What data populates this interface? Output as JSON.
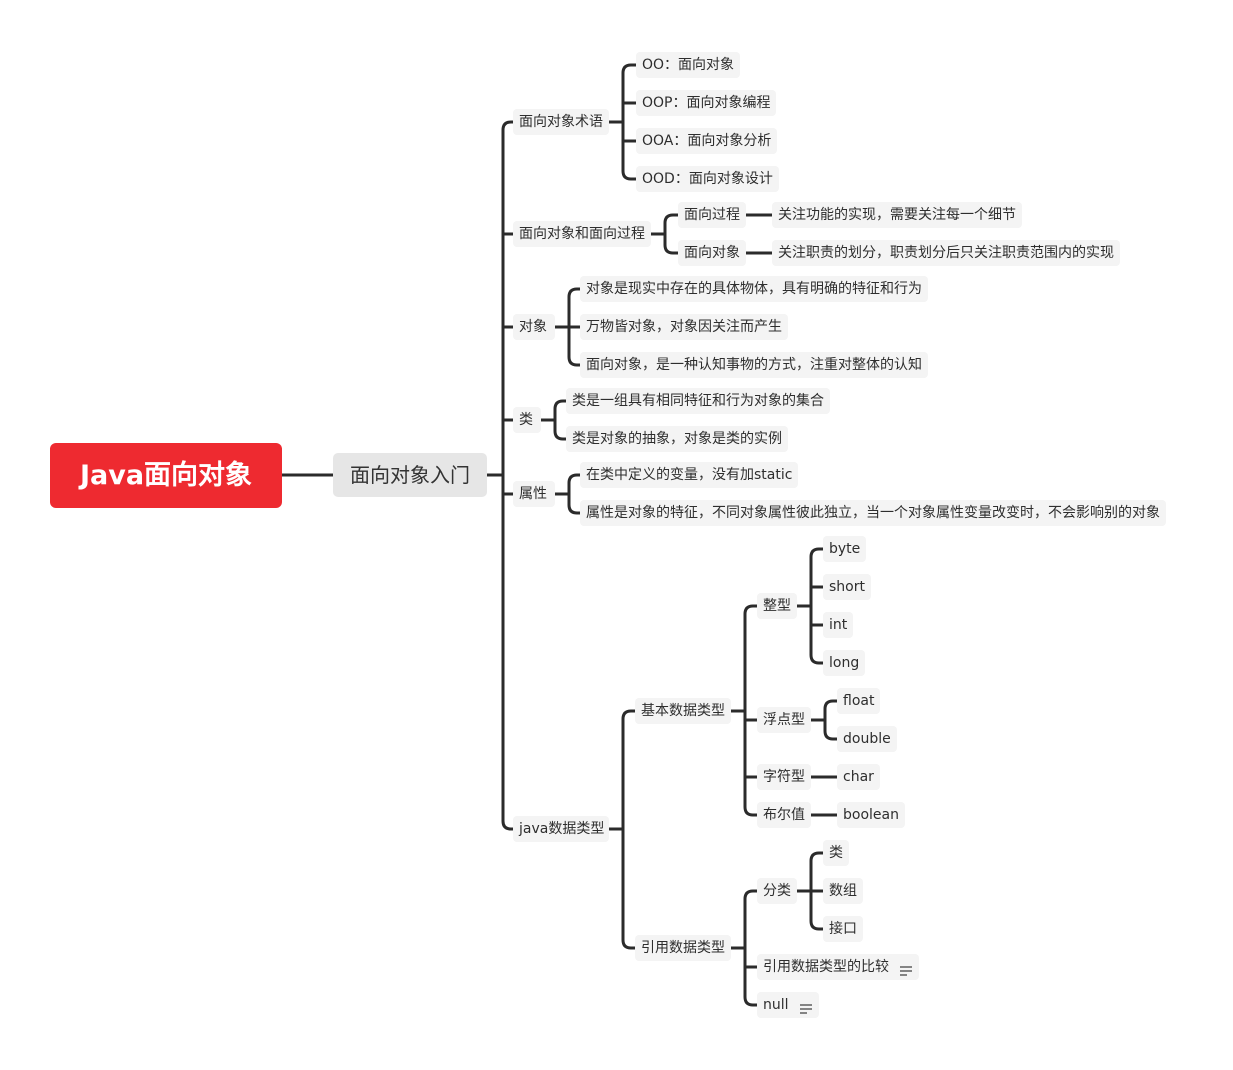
{
  "colors": {
    "root_bg": "#ee2a30",
    "line": "#2b2b2b",
    "main_bg": "#e6e6e6",
    "node_bg": "#f4f4f4"
  },
  "map": {
    "root": {
      "label": "Java面向对象"
    },
    "main": {
      "label": "面向对象入门"
    },
    "branches": [
      {
        "label": "面向对象术语",
        "children": [
          {
            "label": "OO：面向对象"
          },
          {
            "label": "OOP：面向对象编程"
          },
          {
            "label": "OOA：面向对象分析"
          },
          {
            "label": "OOD：面向对象设计"
          }
        ]
      },
      {
        "label": "面向对象和面向过程",
        "children": [
          {
            "label": "面向过程",
            "children": [
              {
                "label": "关注功能的实现，需要关注每一个细节"
              }
            ]
          },
          {
            "label": "面向对象",
            "children": [
              {
                "label": "关注职责的划分，职责划分后只关注职责范围内的实现"
              }
            ]
          }
        ]
      },
      {
        "label": "对象",
        "children": [
          {
            "label": "对象是现实中存在的具体物体，具有明确的特征和行为"
          },
          {
            "label": "万物皆对象，对象因关注而产生"
          },
          {
            "label": "面向对象，是一种认知事物的方式，注重对整体的认知"
          }
        ]
      },
      {
        "label": "类",
        "children": [
          {
            "label": "类是一组具有相同特征和行为对象的集合"
          },
          {
            "label": "类是对象的抽象，对象是类的实例"
          }
        ]
      },
      {
        "label": "属性",
        "children": [
          {
            "label": "在类中定义的变量，没有加static"
          },
          {
            "label": "属性是对象的特征，不同对象属性彼此独立，当一个对象属性变量改变时，不会影响别的对象"
          }
        ]
      },
      {
        "label": "java数据类型",
        "children": [
          {
            "label": "基本数据类型",
            "children": [
              {
                "label": "整型",
                "children": [
                  {
                    "label": "byte"
                  },
                  {
                    "label": "short"
                  },
                  {
                    "label": "int"
                  },
                  {
                    "label": "long"
                  }
                ]
              },
              {
                "label": "浮点型",
                "children": [
                  {
                    "label": "float"
                  },
                  {
                    "label": "double"
                  }
                ]
              },
              {
                "label": "字符型",
                "children": [
                  {
                    "label": "char"
                  }
                ]
              },
              {
                "label": "布尔值",
                "children": [
                  {
                    "label": "boolean"
                  }
                ]
              }
            ]
          },
          {
            "label": "引用数据类型",
            "children": [
              {
                "label": "分类",
                "children": [
                  {
                    "label": "类"
                  },
                  {
                    "label": "数组"
                  },
                  {
                    "label": "接口"
                  }
                ]
              },
              {
                "label": "引用数据类型的比较",
                "icon": "note-icon"
              },
              {
                "label": "null",
                "icon": "note-icon"
              }
            ]
          }
        ]
      }
    ]
  }
}
